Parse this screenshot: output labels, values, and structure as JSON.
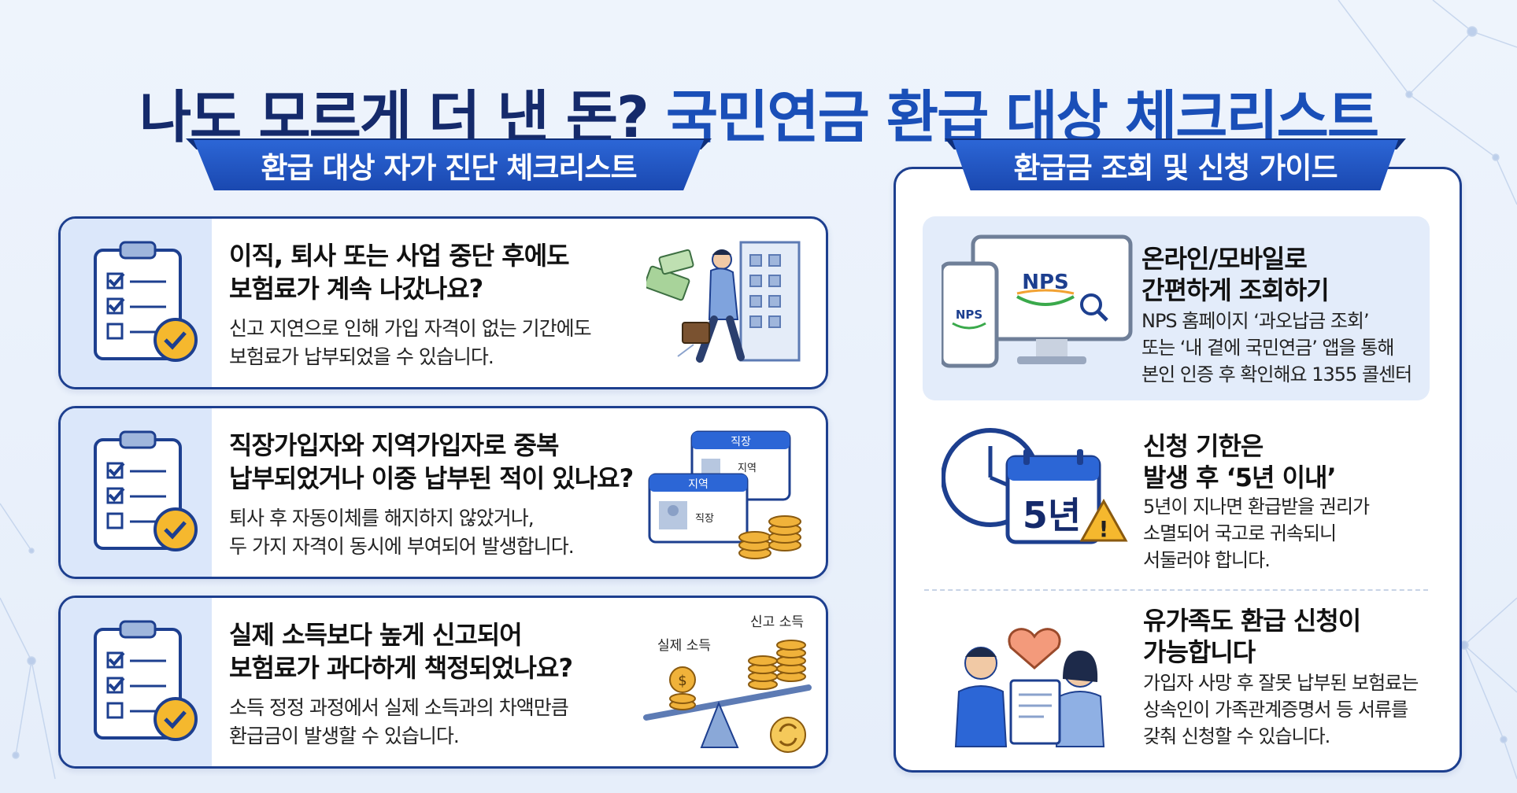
{
  "title": {
    "part1": "나도 모르게 더 낸 돈?",
    "part2": "국민연금 환급 대상 체크리스트"
  },
  "left_section": {
    "heading": "환급 대상 자가 진단 체크리스트",
    "cards": [
      {
        "title_lines": [
          "이직, 퇴사 또는 사업 중단 후에도",
          "보험료가 계속 나갔나요?"
        ],
        "desc_lines": [
          "신고 지연으로 인해 가입 자격이 없는 기간에도",
          "보험료가 납부되었을 수 있습니다."
        ]
      },
      {
        "title_lines": [
          "직장가입자와 지역가입자로 중복",
          "납부되었거나 이중 납부된 적이 있나요?"
        ],
        "desc_lines": [
          "퇴사 후 자동이체를 해지하지 않았거나,",
          "두 가지 자격이 동시에 부여되어 발생합니다."
        ],
        "illus_labels": {
          "card_back_tab": "직장",
          "card_back_label": "지역",
          "card_front_tab": "지역",
          "card_front_label": "직장"
        }
      },
      {
        "title_lines": [
          "실제 소득보다 높게 신고되어",
          "보험료가 과다하게 책정되었나요?"
        ],
        "desc_lines": [
          "소득 정정 과정에서 실제 소득과의 차액만큼",
          "환급금이 발생할 수 있습니다."
        ],
        "illus_labels": {
          "actual_income": "실제 소득",
          "reported_income": "신고 소득"
        }
      }
    ]
  },
  "right_section": {
    "heading": "환급금 조회 및 신청 가이드",
    "items": [
      {
        "title_lines": [
          "온라인/모바일로",
          "간편하게 조회하기"
        ],
        "desc_lines": [
          "NPS 홈페이지 ‘과오납금 조회’",
          "또는 ‘내 곁에 국민연금’ 앱을 통해",
          "본인 인증 후 확인해요 1355 콜센터"
        ],
        "logo_text": "NPS"
      },
      {
        "title_lines": [
          "신청 기한은",
          "발생 후 ‘5년 이내’"
        ],
        "desc_lines": [
          "5년이 지나면 환급받을 권리가",
          "소멸되어 국고로 귀속되니",
          "서둘러야 합니다."
        ],
        "calendar_text": "5년"
      },
      {
        "title_lines": [
          "유가족도 환급 신청이",
          "가능합니다"
        ],
        "desc_lines": [
          "가입자 사망 후 잘못 납부된 보험료는",
          "상속인이 가족관계증명서 등 서류를",
          "갖춰 신청할 수 있습니다."
        ]
      }
    ]
  },
  "colors": {
    "navy": "#152a6b",
    "accent_blue": "#1a4fb8",
    "light_blue": "#dbe7fa",
    "gold": "#f0b23a",
    "warning": "#f5b82e"
  }
}
